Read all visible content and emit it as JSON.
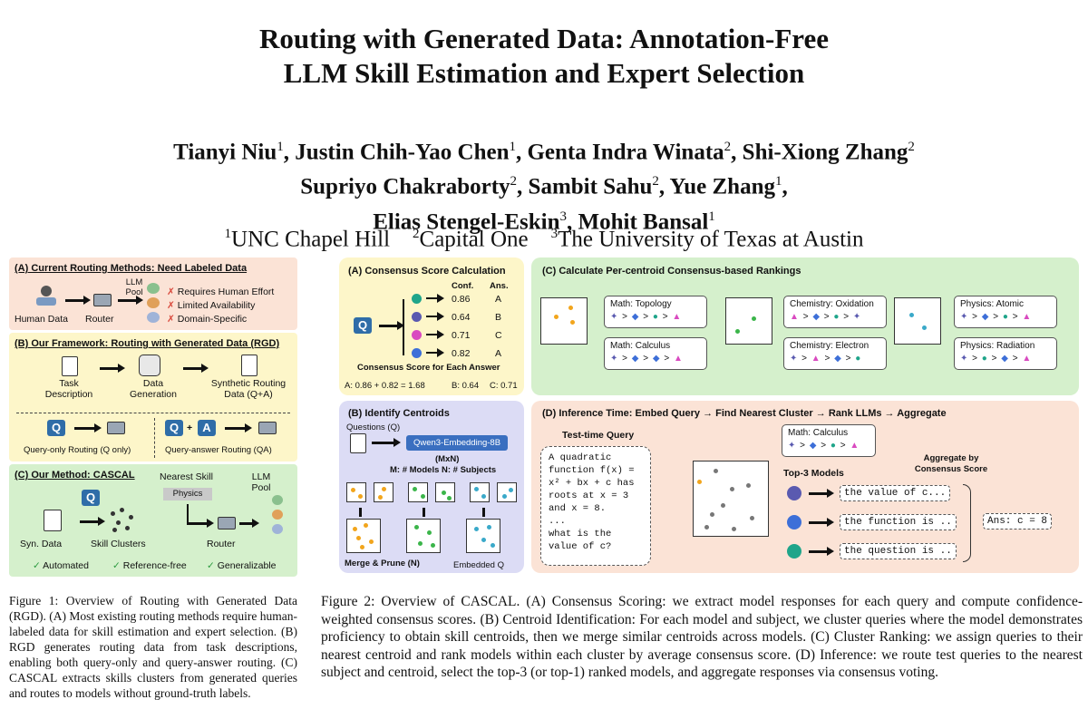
{
  "title": {
    "line1": "Routing with Generated Data: Annotation-Free",
    "line2": "LLM Skill Estimation and Expert Selection"
  },
  "authors": [
    {
      "name": "Tianyi Niu",
      "aff": "1"
    },
    {
      "name": "Justin Chih-Yao Chen",
      "aff": "1"
    },
    {
      "name": "Genta Indra Winata",
      "aff": "2"
    },
    {
      "name": "Shi-Xiong Zhang",
      "aff": "2"
    },
    {
      "name": "Supriyo Chakraborty",
      "aff": "2"
    },
    {
      "name": "Sambit Sahu",
      "aff": "2"
    },
    {
      "name": "Yue Zhang",
      "aff": "1"
    },
    {
      "name": "Elias Stengel-Eskin",
      "aff": "3"
    },
    {
      "name": "Mohit Bansal",
      "aff": "1"
    }
  ],
  "affiliations": [
    {
      "num": "1",
      "name": "UNC Chapel Hill"
    },
    {
      "num": "2",
      "name": "Capital One"
    },
    {
      "num": "3",
      "name": "The University of Texas at Austin"
    }
  ],
  "fig1": {
    "a": {
      "title": "(A) Current Routing Methods: Need Labeled Data",
      "human_data": "Human Data",
      "router": "Router",
      "llm_pool": "LLM Pool",
      "issues": [
        "Requires Human Effort",
        "Limited Availability",
        "Domain-Specific"
      ],
      "cross": "✗"
    },
    "b": {
      "title": "(B) Our Framework: Routing with Generated Data (RGD)",
      "task": "Task Description",
      "datagen": "Data Generation",
      "synth": "Synthetic Routing Data (Q+A)",
      "q": "Q",
      "a": "A",
      "plus": "+",
      "q_only": "Query-only Routing (Q only)",
      "qa": "Query-answer Routing (QA)"
    },
    "c": {
      "title": "(C) Our Method: CASCAL",
      "nearest": "Nearest Skill",
      "physics": "Physics",
      "q": "Q",
      "llm_pool": "LLM Pool",
      "syn": "Syn. Data",
      "clusters": "Skill Clusters",
      "router": "Router",
      "features": [
        "Automated",
        "Reference-free",
        "Generalizable"
      ],
      "check": "✓"
    },
    "caption": "Figure 1: Overview of Routing with Generated Data (RGD). (A) Most existing routing methods require human-labeled data for skill estimation and expert selection. (B) RGD generates routing data from task descriptions, enabling both query-only and query-answer routing. (C) CASCAL extracts skills clusters from generated queries and routes to models without ground-truth labels."
  },
  "fig2": {
    "a": {
      "title": "(A) Consensus Score Calculation",
      "conf_h": "Conf.",
      "ans_h": "Ans.",
      "q": "Q",
      "rows": [
        {
          "conf": "0.86",
          "ans": "A"
        },
        {
          "conf": "0.64",
          "ans": "B"
        },
        {
          "conf": "0.71",
          "ans": "C"
        },
        {
          "conf": "0.82",
          "ans": "A"
        }
      ],
      "sub": "Consensus Score for Each Answer",
      "scores": [
        "A: 0.86 + 0.82 = 1.68",
        "B: 0.64",
        "C: 0.71"
      ]
    },
    "b": {
      "title": "(B) Identify Centroids",
      "questions": "Questions (Q)",
      "model": "Qwen3-Embedding-8B",
      "mxn": "(MxN)",
      "legend": "M: # Models N: # Subjects",
      "merge": "Merge & Prune (N)",
      "embedded": "Embedded Q"
    },
    "c": {
      "title": "(C) Calculate Per-centroid Consensus-based Rankings",
      "cards": [
        {
          "name": "Math: Topology"
        },
        {
          "name": "Math: Calculus"
        },
        {
          "name": "Chemistry: Oxidation"
        },
        {
          "name": "Chemistry: Electron"
        },
        {
          "name": "Physics: Atomic"
        },
        {
          "name": "Physics: Radiation"
        }
      ],
      "gt": ">"
    },
    "d": {
      "title": "(D) Inference Time: Embed Query → Find Nearest Cluster → Rank LLMs → Aggregate",
      "tq": "Test-time Query",
      "query_lines": [
        "A quadratic",
        "function f(x) =",
        "x² + bx + c has",
        "roots at x = 3",
        "and x = 8.",
        "...",
        "what is the",
        "value of c?"
      ],
      "card": "Math: Calculus",
      "top3": "Top-3 Models",
      "agg": "Aggregate by Consensus Score",
      "answers": [
        "the value of c...",
        "the function is ..",
        "the question is .."
      ],
      "final": "Ans: c = 8"
    },
    "caption": "Figure 2: Overview of CASCAL. (A) Consensus Scoring: we extract model responses for each query and compute confidence-weighted consensus scores. (B) Centroid Identification: For each model and subject, we cluster queries where the model demonstrates proficiency to obtain skill centroids, then we merge similar centroids across models. (C) Cluster Ranking: we assign queries to their nearest centroid and rank models within each cluster by average consensus score. (D) Inference: we route test queries to the nearest subject and centroid, select the top-3 (or top-1) ranked models, and aggregate responses via consensus voting."
  },
  "colors": {
    "peach": "#fbe3d6",
    "yellow": "#fdf6c9",
    "green": "#d5f0cc",
    "lavender": "#dcdcf5",
    "blue": "#2f6da8",
    "orange_dot": "#f2a51c",
    "green_dot": "#3bb54a",
    "teal_dot": "#3aa9c9",
    "red_x": "#d9483b",
    "check": "#2b9a3f"
  }
}
